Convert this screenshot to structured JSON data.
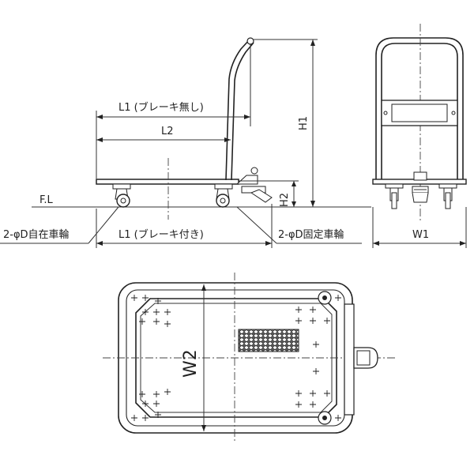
{
  "side_view": {
    "l1_no_brake": "L1 (ブレーキ無し)",
    "l2": "L2",
    "h1": "H1",
    "h2": "H2",
    "floor_line": "F.L",
    "swivel_caster": "2-φD自在車輪",
    "l1_with_brake": "L1 (ブレーキ付き)",
    "fixed_caster": "2-φD固定車輪"
  },
  "front_view": {
    "w1": "W1"
  },
  "top_view": {
    "w2": "W2"
  }
}
